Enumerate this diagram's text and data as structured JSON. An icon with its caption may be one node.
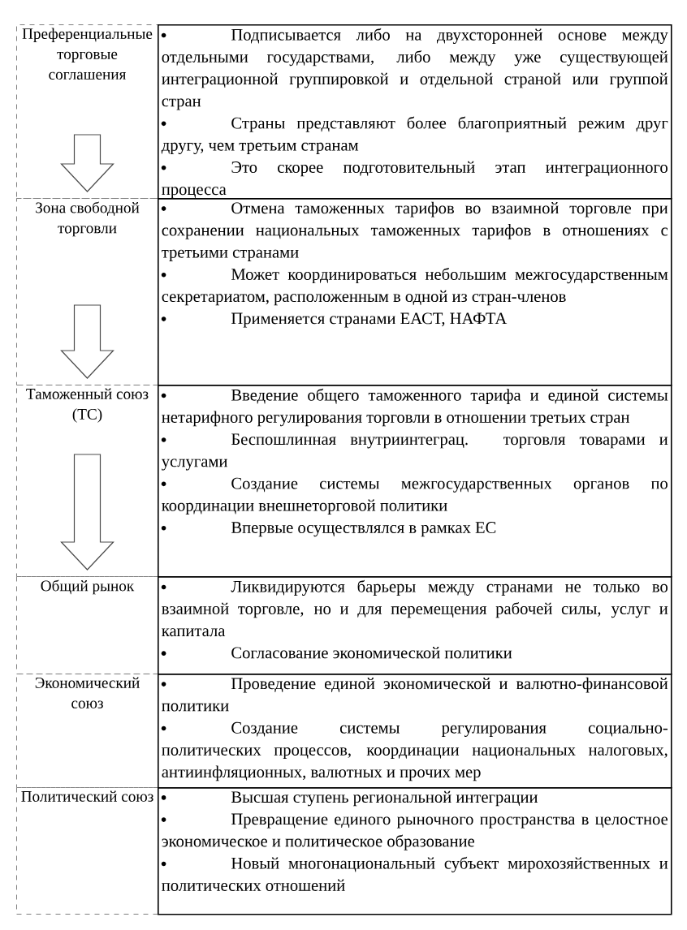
{
  "diagram": {
    "nodes": [
      {
        "text": [
          "Преференциальные торговые соглашения"
        ]
      },
      {
        "text": [
          "Подписывается либо на двухсторонней основе между отдельными государствами, либо между уже существующей интеграционной группировкой и отдельной страной или группой стран",
          "Страны представляют более благоприятный режим друг другу, чем третьим странам",
          "Это скорее подготовительный этап интеграционного процесса"
        ]
      },
      {
        "text": [
          "Зона свободной торговли"
        ]
      },
      {
        "text": [
          "Отмена таможенных тарифов во взаимной торговле при сохранении национальных таможенных тарифов в отношениях с третьими странами",
          "Может координироваться небольшим межгосударственным секретариатом, расположенным в одной из стран-членов",
          "Применяется странами ЕАСТ, НАФТА"
        ]
      },
      {
        "text": [
          "Таможенный союз (ТС)"
        ]
      },
      {
        "text": [
          "Введение общего таможенного тарифа и единой системы нетарифного регулирования торговли в отношении третьих стран",
          "Беспошлинная внутриинтеграц. торговля товарами и услугами",
          "Создание системы межгосударственных органов по координации внешнеторговой политики",
          "Впервые осуществлялся в рамках ЕС"
        ]
      },
      {
        "text": [
          "Общий рынок"
        ]
      },
      {
        "text": [
          "Ликвидируются барьеры между странами не только во взаимной торговле, но и для перемещения рабочей силы, услуг и капитала",
          "Согласование экономической политики"
        ]
      },
      {
        "text": [
          "Экономический союз"
        ]
      },
      {
        "text": [
          "Проведение единой экономической и валютно-финансовой политики",
          "Создание системы регулирования социально-политических процессов, координации национальных налоговых, антиинфляционных, валютных и прочих мер"
        ]
      },
      {
        "text": [
          "Политический союз"
        ]
      },
      {
        "text": [
          "Высшая ступень региональной интеграции",
          "Превращение единого рыночного пространства в целостное экономическое и политическое образование",
          "Новый многонациональный субъект мирохозяйственных и политических отношений"
        ]
      }
    ],
    "edges": [
      {
        "from": 0,
        "to": 2,
        "arrow": "to"
      },
      {
        "from": 2,
        "to": 4,
        "arrow": "to"
      },
      {
        "from": 4,
        "to": 6,
        "arrow": "to"
      }
    ]
  }
}
